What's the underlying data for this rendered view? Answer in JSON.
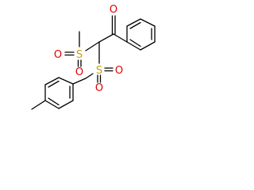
{
  "diagram": {
    "kind": "chemical-structure",
    "atoms": {
      "o_ketone": "O",
      "s_methyl": "S",
      "o_ms_left": "O",
      "o_ms_bottom": "O",
      "s_tosyl": "S",
      "o_ts_right": "O",
      "o_ts_bottom": "O"
    }
  },
  "colors": {
    "bond": "#000000",
    "oxygen": "#e00000",
    "sulfur": "#c8a000",
    "background": "#ffffff"
  }
}
